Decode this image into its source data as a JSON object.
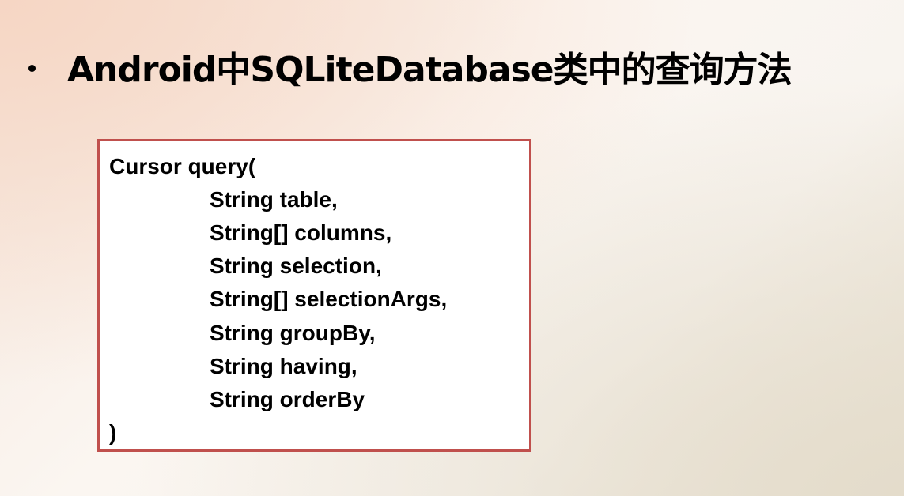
{
  "slide": {
    "title": "Android中SQLiteDatabase类中的查询方法",
    "bullet": "•"
  },
  "code": {
    "signature_open": "Cursor query(",
    "params": [
      "String table,",
      "String[] columns,",
      "String selection,",
      "String[] selectionArgs,",
      "String groupBy,",
      "String having,",
      "String orderBy"
    ],
    "signature_close": ")"
  },
  "colors": {
    "box_border": "#c0504d",
    "box_background": "#ffffff",
    "text": "#000000"
  }
}
